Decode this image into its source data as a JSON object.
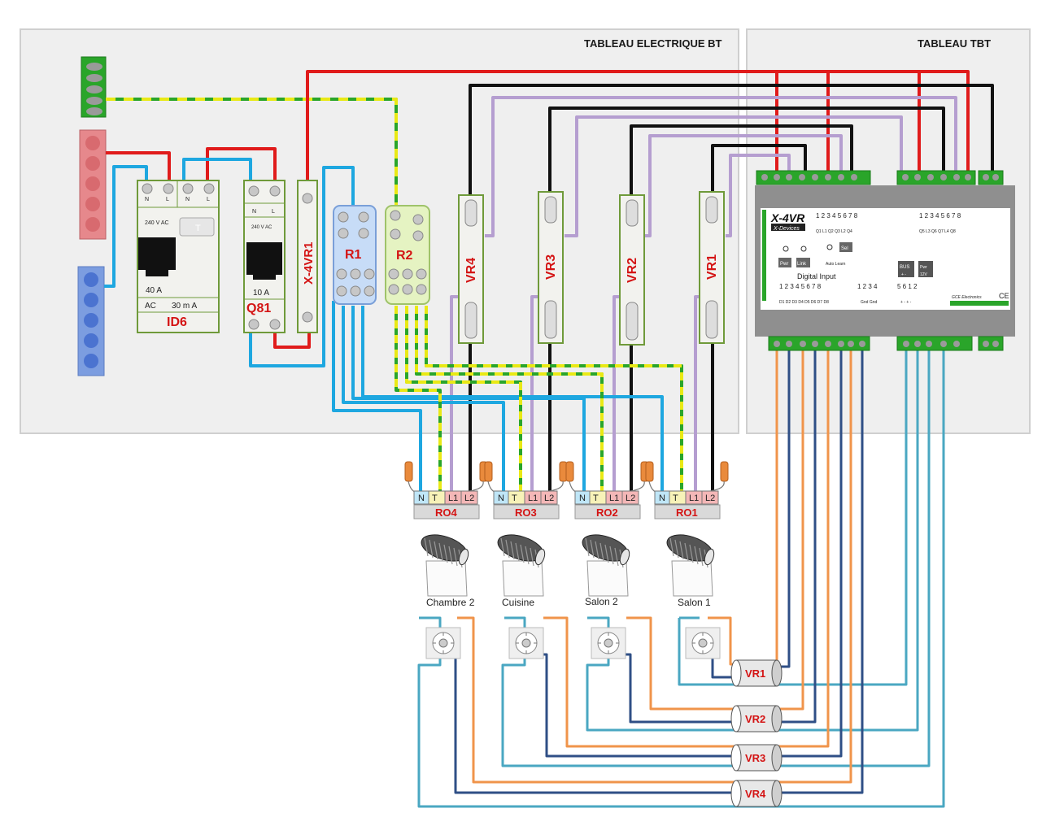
{
  "panels": {
    "bt_title": "TABLEAU ELECTRIQUE BT",
    "tbt_title": "TABLEAU TBT"
  },
  "breaker_id6": {
    "terms": [
      "N",
      "L",
      "N",
      "L"
    ],
    "voltage": "240 V AC",
    "test": "T",
    "rating": "40 A",
    "type_ac": "AC",
    "sensitivity": "30 m A",
    "name": "ID6"
  },
  "breaker_q81": {
    "terms": [
      "N",
      "L"
    ],
    "voltage": "240 V AC",
    "rating": "10 A",
    "name": "Q81"
  },
  "blocks": {
    "x4vr1": "X-4VR1",
    "r1": "R1",
    "r2": "R2",
    "vr4": "VR4",
    "vr3": "VR3",
    "vr2": "VR2",
    "vr1": "VR1"
  },
  "module": {
    "title": "X-4VR",
    "brand": "X-Devices",
    "top_numbers_a": "1 2 3 4 5 6 7 8",
    "top_numbers_b": "1 2 3 4 5 6 7 8",
    "top_labels_a": "Q1   L1   Q2 Q3   L2   Q4",
    "top_labels_b": "Q5   L3   Q6 Q7   L4   Q8",
    "btn_sel": "Sel",
    "btn_pwr": "Pwr",
    "btn_link": "Link",
    "auto_learn": "Auto Learn",
    "bus": "BUS",
    "bus_sign": "+  -",
    "pwr_box": "Pwr",
    "pwr_volt": "12V",
    "digital_input": "Digital Input",
    "din_numbers": "1 2 3 4 5 6 7 8",
    "din_labels": "D1 D2 D3 D4 D5 D6 D7 D8",
    "gnd_numbers": "1 2 3 4",
    "gnd_labels": "Gnd    Gnd",
    "bus_numbers": "5 6 1 2",
    "bus_labels": "+  -   +  -",
    "maker": "GCE Electronics",
    "ce": "CE"
  },
  "connectors": [
    {
      "name": "RO4",
      "terms": [
        "N",
        "T",
        "L1",
        "L2"
      ]
    },
    {
      "name": "RO3",
      "terms": [
        "N",
        "T",
        "L1",
        "L2"
      ]
    },
    {
      "name": "RO2",
      "terms": [
        "N",
        "T",
        "L1",
        "L2"
      ]
    },
    {
      "name": "RO1",
      "terms": [
        "N",
        "T",
        "L1",
        "L2"
      ]
    }
  ],
  "rooms": [
    "Chambre 2",
    "Cuisine",
    "Salon 2",
    "Salon 1"
  ],
  "junctions": [
    "VR1",
    "VR2",
    "VR3",
    "VR4"
  ]
}
